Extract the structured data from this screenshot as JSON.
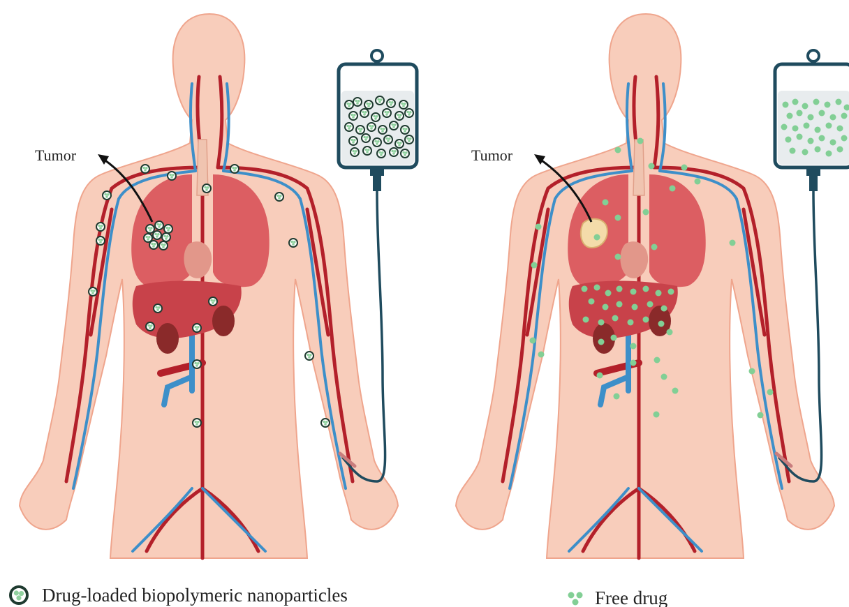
{
  "left_panel": {
    "tumor_label": "Tumor"
  },
  "right_panel": {
    "tumor_label": "Tumor"
  },
  "legend": {
    "nanoparticles_label": "Drug-loaded biopolymeric nanoparticles",
    "free_drug_label": "Free drug"
  },
  "colors": {
    "skin": "#f8cdbb",
    "skin_outline": "#efa58d",
    "artery": "#b3202a",
    "vein": "#3d8fc9",
    "lung": "#d9555a",
    "liver": "#c8424a",
    "kidney": "#8a2a2a",
    "iv_bag": "#1f4b5e",
    "nanoparticle_shell": "#1f3b30",
    "nanoparticle_core": "#8fd19e",
    "free_drug": "#82cf95"
  }
}
